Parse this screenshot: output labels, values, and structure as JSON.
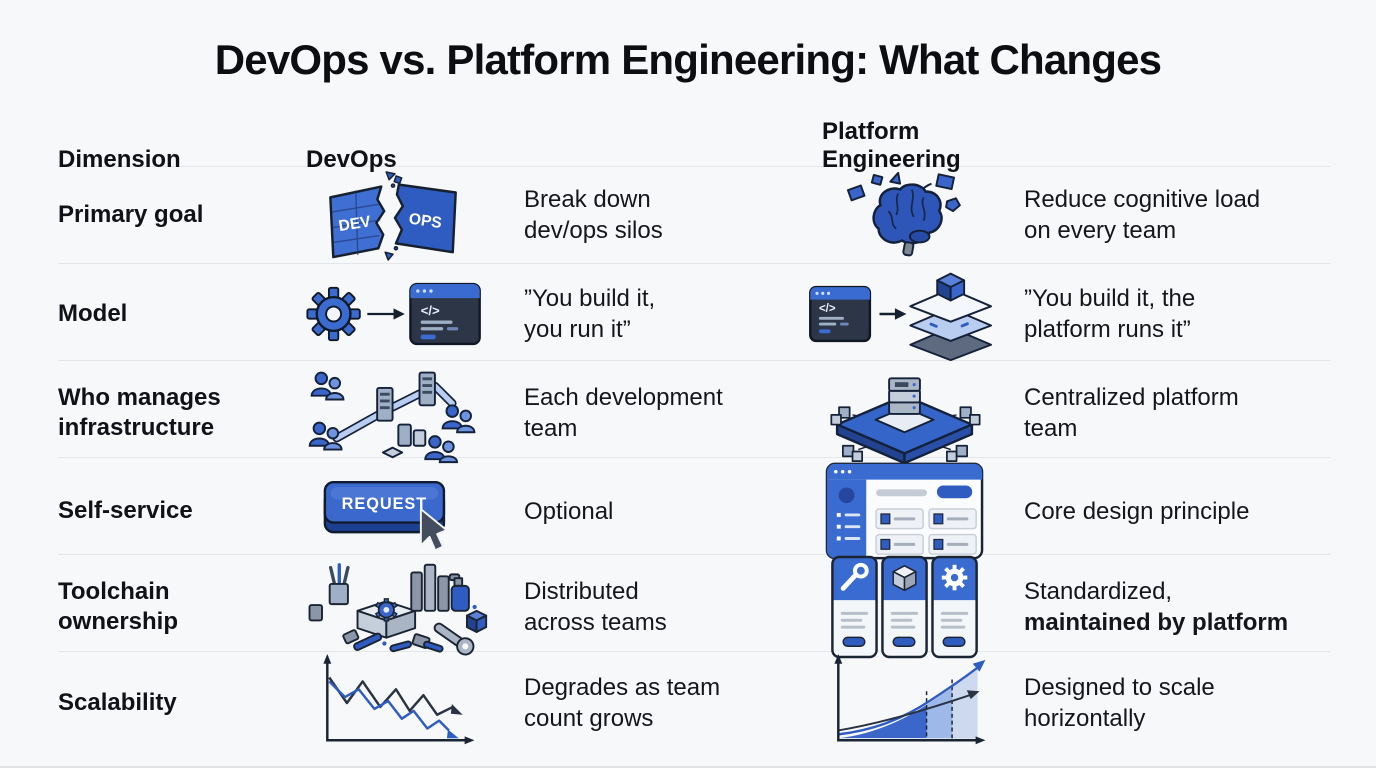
{
  "title": "DevOps vs. Platform Engineering: What Changes",
  "colors": {
    "accent_blue": "#3565c8",
    "dark_blue": "#22438f",
    "light_blue": "#b9cdf0",
    "ink": "#14161b",
    "background": "#f7f8f9",
    "divider": "#e4e7ea"
  },
  "table": {
    "headers": {
      "dimension": "Dimension",
      "devops": "DevOps",
      "platform": "Platform Engineering"
    },
    "rows": [
      {
        "dimension_lines": [
          "Primary goal"
        ],
        "devops_icon": "broken-dev-ops-silo-icon",
        "devops_lines": [
          "Break down",
          "dev/ops silos"
        ],
        "platform_icon": "overloaded-brain-icon",
        "platform_lines": [
          "Reduce cognitive load",
          "on every team"
        ]
      },
      {
        "dimension_lines": [
          "Model"
        ],
        "devops_icon": "gear-to-code-window-icon",
        "devops_lines": [
          "”You build it,",
          "you run it”"
        ],
        "platform_icon": "code-window-to-platform-layers-icon",
        "platform_lines": [
          "”You build it, the",
          "platform runs it”"
        ]
      },
      {
        "dimension_lines": [
          "Who manages",
          "infrastructure"
        ],
        "devops_icon": "distributed-teams-servers-icon",
        "devops_lines": [
          "Each development",
          "team"
        ],
        "platform_icon": "centralized-platform-icon",
        "platform_lines": [
          "Centralized platform",
          "team"
        ]
      },
      {
        "dimension_lines": [
          "Self-service"
        ],
        "devops_icon": "request-button-icon",
        "devops_lines": [
          "Optional"
        ],
        "platform_icon": "self-service-portal-icon",
        "platform_lines": [
          "Core design principle"
        ]
      },
      {
        "dimension_lines": [
          "Toolchain",
          "ownership"
        ],
        "devops_icon": "scattered-tools-icon",
        "devops_lines": [
          "Distributed",
          "across teams"
        ],
        "platform_icon": "standardized-tool-cards-icon",
        "platform_lines": [
          "Standardized,",
          "maintained by platform"
        ]
      },
      {
        "dimension_lines": [
          "Scalability"
        ],
        "devops_icon": "degrading-line-chart-icon",
        "devops_lines": [
          "Degrades as team",
          "count grows"
        ],
        "platform_icon": "scaling-growth-chart-icon",
        "platform_lines": [
          "Designed to scale",
          "horizontally"
        ]
      }
    ]
  },
  "icon_labels": {
    "wall_dev": "DEV",
    "wall_ops": "OPS",
    "request_button": "REQUEST",
    "code_glyph": "</>"
  }
}
